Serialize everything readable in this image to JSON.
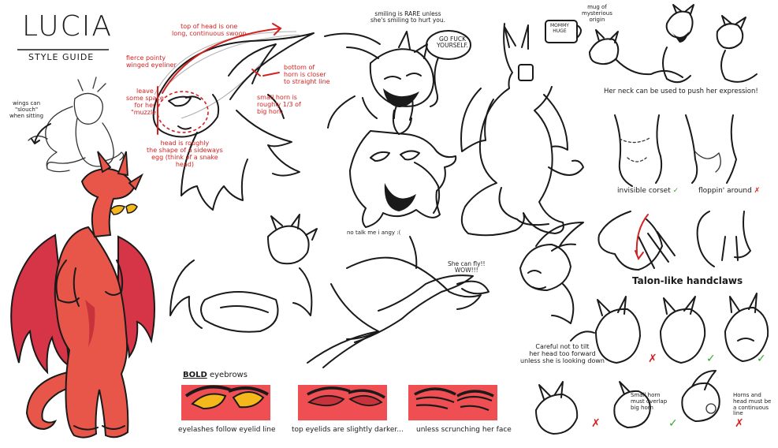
{
  "colors": {
    "ink": "#1a1a1a",
    "annotation_red": "#d32222",
    "approve_green": "#35a835",
    "body_red": "#e8564a",
    "body_shadow": "#c8323a",
    "wing_red": "#d63447",
    "eye_yellow": "#f5b81c",
    "swatch_red": "#ef4f52"
  },
  "header": {
    "title": "LUCIA",
    "subtitle": "STYLE GUIDE"
  },
  "notes": {
    "wings_slouch": "wings can\n\"slouch\"\nwhen sitting",
    "head_curve": "top of head is one\nlong, continuous swoop",
    "eyeliner": "fierce pointy\nwinged eyeliner",
    "muzzle": "leave\nsome space\nfor her\n\"muzzle\"",
    "horn_bottom": "bottom of\nhorn is closer\nto straight line",
    "small_horn": "small horn is\nroughly 1/3 of\nbig horn",
    "head_shape": "head is roughly\nthe shape of a sideways\negg (think of a snake\nhead)",
    "smiling_rare": "smiling is RARE unless\nshe's smiling to hurt you.",
    "speech": "GO FUCK\nYOURSELF.",
    "mug_note": "mug of\nmysterious\norigin",
    "mug_text": "MOMMY\nHUGE",
    "angry": "no talk me i angy :(",
    "neck_expression": "Her neck can be used to push her expression!",
    "invisible_corset": "invisible corset",
    "floppin_around": "floppin' around",
    "talon": "Talon-like handclaws",
    "fly": "She can fly!!\nWOW!!!",
    "tilt_head": "Careful not to tilt\nher head too forward\nunless she is looking down",
    "bold_eyebrows_bold": "BOLD",
    "bold_eyebrows_rest": " eyebrows",
    "eyelashes": "eyelashes follow eyelid line",
    "top_eyelids": "top eyelids are slightly darker...",
    "scrunching": "unless scrunching her face",
    "horn_overlap": "Small horn\nmust overlap\nbig horn",
    "horns_curve": "Horns and\nhead must be\na continuous\nline"
  },
  "marks": {
    "check": "✓",
    "cross": "✗"
  }
}
